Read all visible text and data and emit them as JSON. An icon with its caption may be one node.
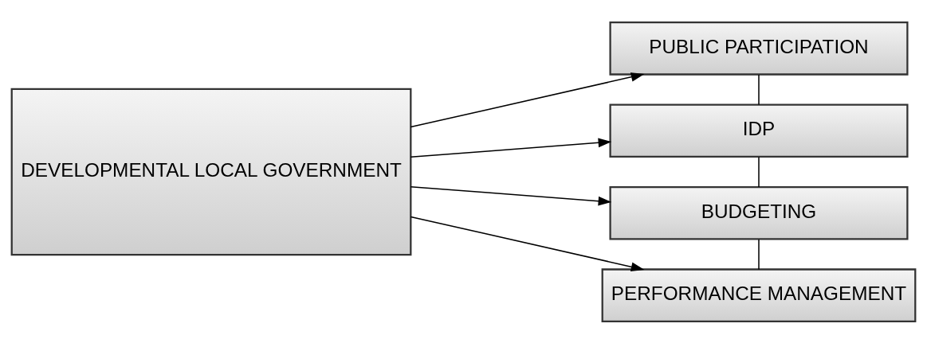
{
  "diagram": {
    "nodes": [
      {
        "text": [
          "DEVELOPMENTAL LOCAL GOVERNMENT"
        ]
      },
      {
        "text": [
          "PUBLIC PARTICIPATION"
        ]
      },
      {
        "text": [
          "IDP"
        ]
      },
      {
        "text": [
          "BUDGETING"
        ]
      },
      {
        "text": [
          "PERFORMANCE MANAGEMENT"
        ]
      }
    ],
    "edges": [
      {
        "from": 0,
        "to": 1,
        "arrow": "to"
      },
      {
        "from": 0,
        "to": 2,
        "arrow": "to"
      },
      {
        "from": 0,
        "to": 3,
        "arrow": "to"
      },
      {
        "from": 0,
        "to": 4,
        "arrow": "to"
      },
      {
        "from": 1,
        "to": 2,
        "arrow": "none"
      },
      {
        "from": 2,
        "to": 3,
        "arrow": "none"
      },
      {
        "from": 3,
        "to": 4,
        "arrow": "none"
      }
    ]
  }
}
